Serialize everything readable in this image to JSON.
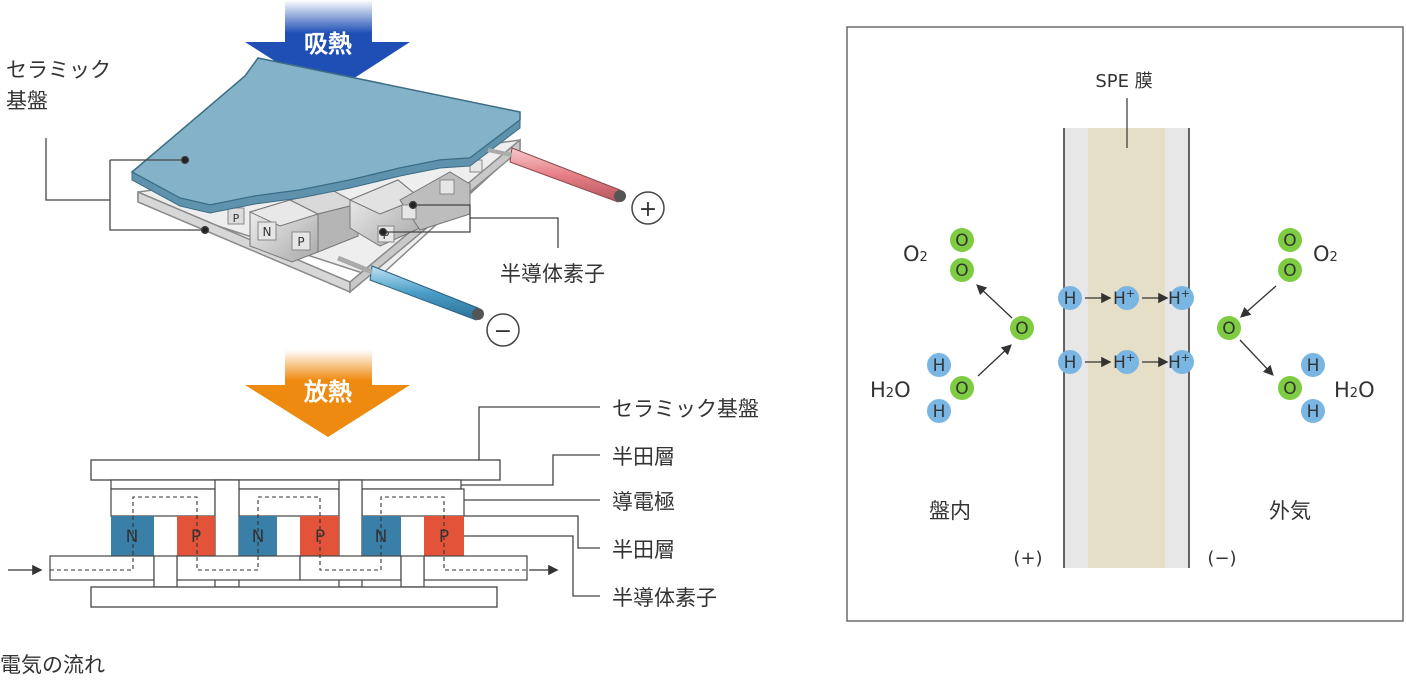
{
  "module": {
    "heat_absorb": "吸熱",
    "heat_release": "放熱",
    "ceramic_label_line1": "セラミック",
    "ceramic_label_line2": "基盤",
    "semiconductor_label": "半導体素子",
    "plus_terminal": "+",
    "minus_terminal": "−",
    "p_mark": "P",
    "n_mark": "N"
  },
  "cross_section": {
    "labels": {
      "ceramic": "セラミック基盤",
      "solder_top": "半田層",
      "electrode": "導電極",
      "solder_bottom": "半田層",
      "semiconductor": "半導体素子"
    },
    "elements": [
      "N",
      "P",
      "N",
      "P",
      "N",
      "P"
    ],
    "current_flow": "電気の流れ"
  },
  "membrane": {
    "title": "SPE 膜",
    "o2_left": "O2",
    "h2o_left": "H2O",
    "o2_right": "O2",
    "h2o_right": "H2O",
    "inside": "盤内",
    "outside": "外気",
    "anode": "(+)",
    "cathode": "(−)",
    "atom_o": "O",
    "atom_h": "H",
    "ion_h": "H",
    "ion_plus": "+",
    "o_subscript": "2",
    "h2o_h": "H",
    "h2o_sub": "2",
    "h2o_o": "O"
  },
  "colors": {
    "absorb_arrow": "#1f4fb5",
    "release_arrow": "#ef8a10",
    "n_type": "#3a7fa8",
    "p_type": "#e3533a",
    "oxygen": "#7dcc42",
    "hydrogen": "#7ab6e3",
    "membrane": "#e6dfc8",
    "plate": "#84b3c9"
  }
}
